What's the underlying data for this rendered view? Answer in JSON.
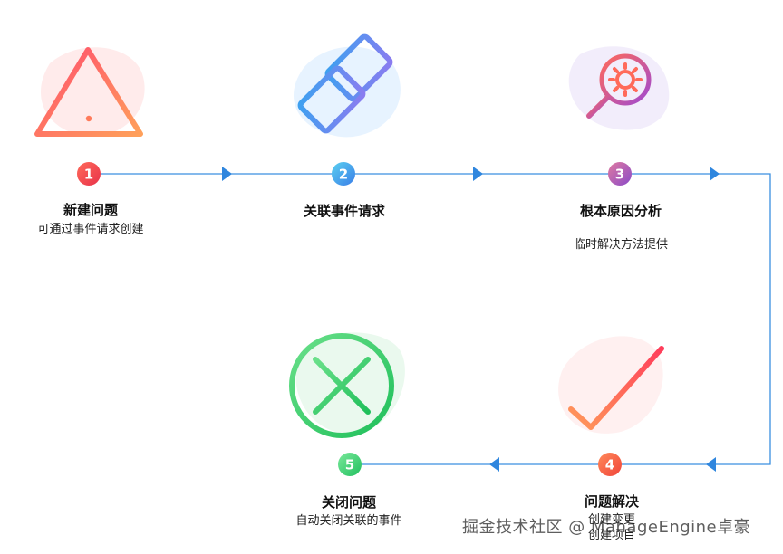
{
  "steps": [
    {
      "number": "1",
      "title": "新建问题",
      "subtitle": "可通过事件请求创建"
    },
    {
      "number": "2",
      "title": "关联事件请求",
      "subtitle": ""
    },
    {
      "number": "3",
      "title": "根本原因分析",
      "subtitle": "临时解决方法提供"
    },
    {
      "number": "4",
      "title": "问题解决",
      "subtitle": "创建变更",
      "subtitle2": "创建项目"
    },
    {
      "number": "5",
      "title": "关闭问题",
      "subtitle": "自动关闭关联的事件"
    }
  ],
  "icons": [
    "warning-icon",
    "link-icon",
    "magnifier-gear-icon",
    "checkmark-icon",
    "close-circle-icon"
  ],
  "colors": {
    "flow_line": "#3a8fe0",
    "step1": "#f04b4b",
    "step2": "#3aa6e8",
    "step3": "#b05ac0",
    "step4": "#f26a4a",
    "step5": "#2fcf6a"
  },
  "watermark": "掘金技术社区 @ ManageEngine卓豪"
}
